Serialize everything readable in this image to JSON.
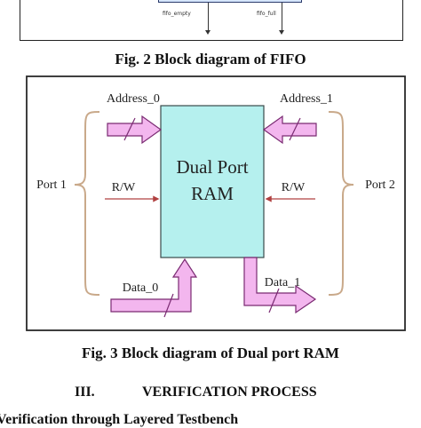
{
  "fig2": {
    "signal_left": "fifo_empty",
    "signal_right": "fifo_full",
    "caption": "Fig. 2 Block diagram of FIFO"
  },
  "fig3": {
    "block_label_line1": "Dual Port",
    "block_label_line2": "RAM",
    "address_0": "Address_0",
    "address_1": "Address_1",
    "rw_left": "R/W",
    "rw_right": "R/W",
    "port_1": "Port 1",
    "port_2": "Port 2",
    "data_0": "Data_0",
    "data_1": "Data_1",
    "caption": "Fig. 3 Block diagram of Dual port RAM"
  },
  "section": {
    "number": "III.",
    "title": "VERIFICATION PROCESS",
    "next_heading_partial": "Verification through Layered Testbench"
  },
  "colors": {
    "block_fill": "#b5f0ee",
    "arrow_fill": "#f3b6ee",
    "arrow_stroke": "#7a2a72",
    "brace_color": "#c9a98a",
    "rw_arrow": "#b04040"
  }
}
